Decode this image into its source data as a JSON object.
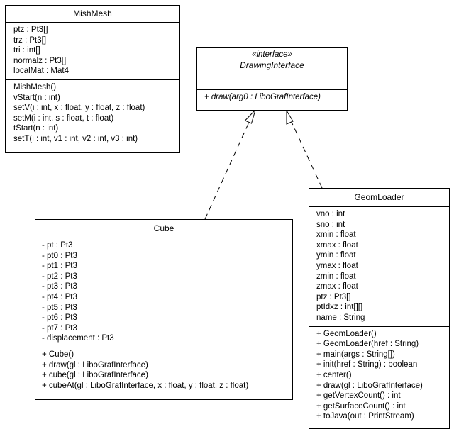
{
  "classes": {
    "mishmesh": {
      "name": "MishMesh",
      "attributes": [
        "ptz : Pt3[]",
        "trz : Pt3[]",
        "tri : int[]",
        "normalz : Pt3[]",
        "localMat : Mat4"
      ],
      "methods": [
        "MishMesh()",
        "vStart(n : int)",
        "setV(i : int, x : float, y : float, z : float)",
        "setM(i : int, s : float, t : float)",
        "tStart(n : int)",
        "setT(i : int, v1 : int, v2 : int, v3 : int)"
      ]
    },
    "drawing_interface": {
      "stereotype": "«interface»",
      "name": "DrawingInterface",
      "attributes": [],
      "methods": [
        "+ draw(arg0 : LiboGrafInterface)"
      ]
    },
    "cube": {
      "name": "Cube",
      "attributes": [
        "- pt : Pt3",
        "- pt0 : Pt3",
        "- pt1 : Pt3",
        "- pt2 : Pt3",
        "- pt3 : Pt3",
        "- pt4 : Pt3",
        "- pt5 : Pt3",
        "- pt6 : Pt3",
        "- pt7 : Pt3",
        "- displacement : Pt3"
      ],
      "methods": [
        "+ Cube()",
        "+ draw(gl : LiboGrafInterface)",
        "+ cube(gl : LiboGrafInterface)",
        "+ cubeAt(gl : LiboGrafInterface, x : float, y : float, z : float)"
      ]
    },
    "geomloader": {
      "name": "GeomLoader",
      "attributes": [
        "vno : int",
        "sno : int",
        "xmin : float",
        "xmax : float",
        "ymin : float",
        "ymax : float",
        "zmin : float",
        "zmax : float",
        "ptz : Pt3[]",
        "ptIdxz : int[][]",
        "name : String"
      ],
      "methods": [
        "+ GeomLoader()",
        "+ GeomLoader(href : String)",
        "+ main(args : String[])",
        "+ init(href : String) : boolean",
        "+ center()",
        "+ draw(gl : LiboGrafInterface)",
        "+ getVertexCount() : int",
        "+ getSurfaceCount() : int",
        "+ toJava(out : PrintStream)"
      ]
    }
  },
  "relations": [
    {
      "from": "cube",
      "to": "drawing_interface",
      "type": "realization"
    },
    {
      "from": "geomloader",
      "to": "drawing_interface",
      "type": "realization"
    }
  ]
}
